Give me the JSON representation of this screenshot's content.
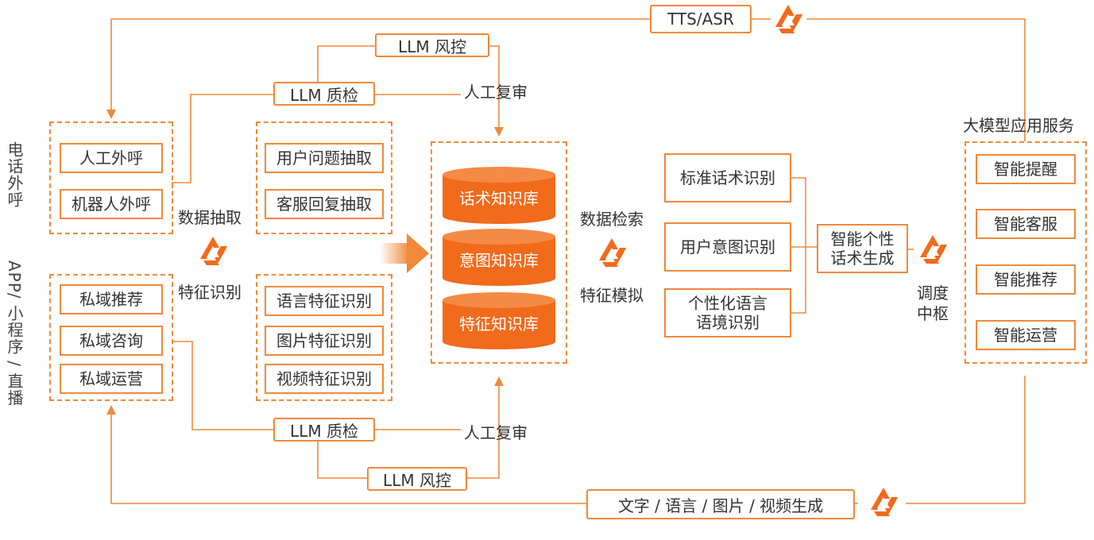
{
  "left_labels": {
    "phone_outbound": "电话外呼",
    "app_channels": "APP/ 小程序 / 直播"
  },
  "top_flow": {
    "tts_asr": "TTS/ASR",
    "llm_risk_control": "LLM 风控",
    "llm_quality_check": "LLM 质检",
    "human_review": "人工复审"
  },
  "bottom_flow": {
    "llm_quality_check": "LLM 质检",
    "human_review": "人工复审",
    "llm_risk_control": "LLM 风控",
    "generation": "文字 / 语言 / 图片 / 视频生成"
  },
  "phone_group": {
    "items": [
      "人工外呼",
      "机器人外呼"
    ]
  },
  "private_group": {
    "items": [
      "私域推荐",
      "私域咨询",
      "私域运营"
    ]
  },
  "center_labels": {
    "data_extraction": "数据抽取",
    "feature_recognition": "特征识别"
  },
  "extraction_group": {
    "items": [
      "用户问题抽取",
      "客服回复抽取"
    ]
  },
  "feature_group": {
    "items": [
      "语言特征识别",
      "图片特征识别",
      "视频特征识别"
    ]
  },
  "knowledge_bases": {
    "items": [
      "话术知识库",
      "意图知识库",
      "特征知识库"
    ]
  },
  "retrieval_labels": {
    "data_retrieval": "数据检索",
    "feature_simulation": "特征模拟"
  },
  "recognition_boxes": {
    "items": [
      "标准话术识别",
      "用户意图识别",
      "个性化语言\n语境识别"
    ]
  },
  "generation_box": "智能个性\n话术生成",
  "hub_label": "调度\n中枢",
  "services": {
    "title": "大模型应用服务",
    "items": [
      "智能提醒",
      "智能客服",
      "智能推荐",
      "智能运营"
    ]
  },
  "colors": {
    "accent": "#f0893a",
    "cylinder": "#f26a1b",
    "text": "#333333"
  },
  "icons": [
    "qwen-logo-icon"
  ]
}
